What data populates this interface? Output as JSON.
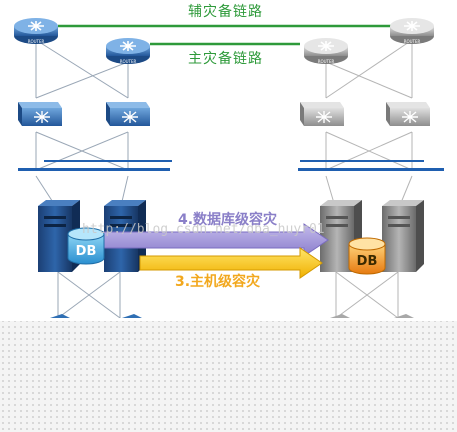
{
  "links": {
    "secondary_dr_link": "辅灾备链路",
    "primary_dr_link": "主灾备链路"
  },
  "levels": {
    "database_level": "4.数据库级容灾",
    "host_level": "3.主机级容灾"
  },
  "device_labels": {
    "router": "ROUTER",
    "switch": "SWITCH",
    "db": "DB"
  },
  "watermark": "http://blog.csdn.net/dba_huyr01",
  "colors": {
    "link_green": "#2e9a3a",
    "db_arrow": "#9b8fd6",
    "host_arrow": "#f5c000",
    "primary_site_blue": "#2f6fb4",
    "standby_site_gray": "#9a9a9a",
    "network_bar": "#1f5fb0",
    "db_standby_orange": "#f29a1e"
  }
}
